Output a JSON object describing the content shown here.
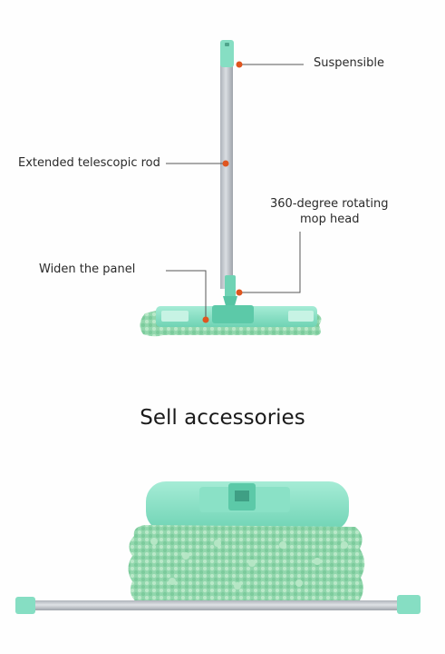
{
  "callouts": {
    "suspensible": "Suspensible",
    "telescopic_rod": "Extended telescopic rod",
    "rotating_head_line1": "360-degree rotating",
    "rotating_head_line2": "mop head",
    "widen_panel": "Widen the panel"
  },
  "section": {
    "title": "Sell accessories"
  },
  "colors": {
    "mint": "#7fdcc0",
    "mint_dark": "#4fbfa0",
    "chenille": "#9fdcb7",
    "rod": "#c9cdd3",
    "rod_shade": "#a9aeb6",
    "dot": "#e0551f",
    "leader_line": "#555555"
  }
}
